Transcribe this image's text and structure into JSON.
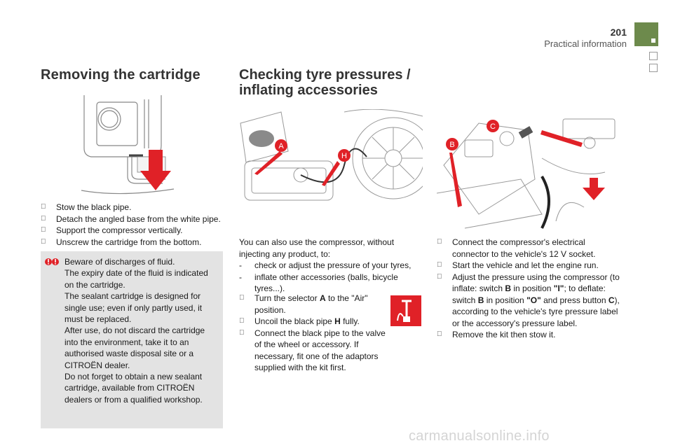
{
  "header": {
    "page_number": "201",
    "section_title": "Practical information",
    "tab_color": "#6d8a4c"
  },
  "left": {
    "title": "Removing the cartridge",
    "steps": [
      "Stow the black pipe.",
      "Detach the angled base from the white pipe.",
      "Support the compressor vertically.",
      "Unscrew the cartridge from the bottom."
    ],
    "warning": {
      "icon": "warning-exclamation-icon",
      "color": "#e02127",
      "lines": [
        "Beware of discharges of fluid.",
        "The expiry date of the fluid is indicated on the cartridge.",
        "The sealant cartridge is designed for single use; even if only partly used, it must be replaced.",
        "After use, do not discard the cartridge into the environment, take it to an authorised waste disposal site or a CITROËN dealer.",
        "Do not forget to obtain a new sealant cartridge, available from CITROËN dealers or from a qualified workshop."
      ]
    }
  },
  "right": {
    "title_line1": "Checking tyre pressures /",
    "title_line2": "inflating accessories",
    "illustration1_labels": [
      "A",
      "H"
    ],
    "illustration2_labels": [
      "C",
      "B"
    ],
    "intro": "You can also use the compressor, without injecting any product, to:",
    "uses": [
      "check or adjust the pressure of your tyres,",
      "inflate other accessories (balls, bicycle tyres...)."
    ],
    "dash": "-",
    "mid_steps": [
      {
        "pre": "Turn the selector ",
        "bold": "A",
        "post": " to the \"Air\" position."
      },
      {
        "pre": "Uncoil the black pipe ",
        "bold": "H",
        "post": " fully."
      },
      {
        "pre": "Connect the black pipe to the valve of the wheel or accessory. If necessary, fit one of the adaptors supplied with the kit first.",
        "bold": "",
        "post": ""
      }
    ],
    "red_icon": "tyre-inflation-icon",
    "final_steps": [
      {
        "text": "Connect the compressor's electrical connector to the vehicle's 12 V socket."
      },
      {
        "text": "Start the vehicle and let the engine run."
      },
      {
        "text_a": "Adjust the pressure using the compressor (to inflate: switch ",
        "b1": "B",
        "text_b": " in position ",
        "b2": "\"I\"",
        "text_c": "; to deflate: switch ",
        "b3": "B",
        "text_d": " in position ",
        "b4": "\"O\"",
        "text_e": " and press button ",
        "b5": "C",
        "text_f": "), according to the vehicle's tyre pressure label or the accessory's pressure label."
      },
      {
        "text": "Remove the kit then stow it."
      }
    ]
  },
  "bullet_mark": "",
  "watermark": "carmanualsonline.info"
}
